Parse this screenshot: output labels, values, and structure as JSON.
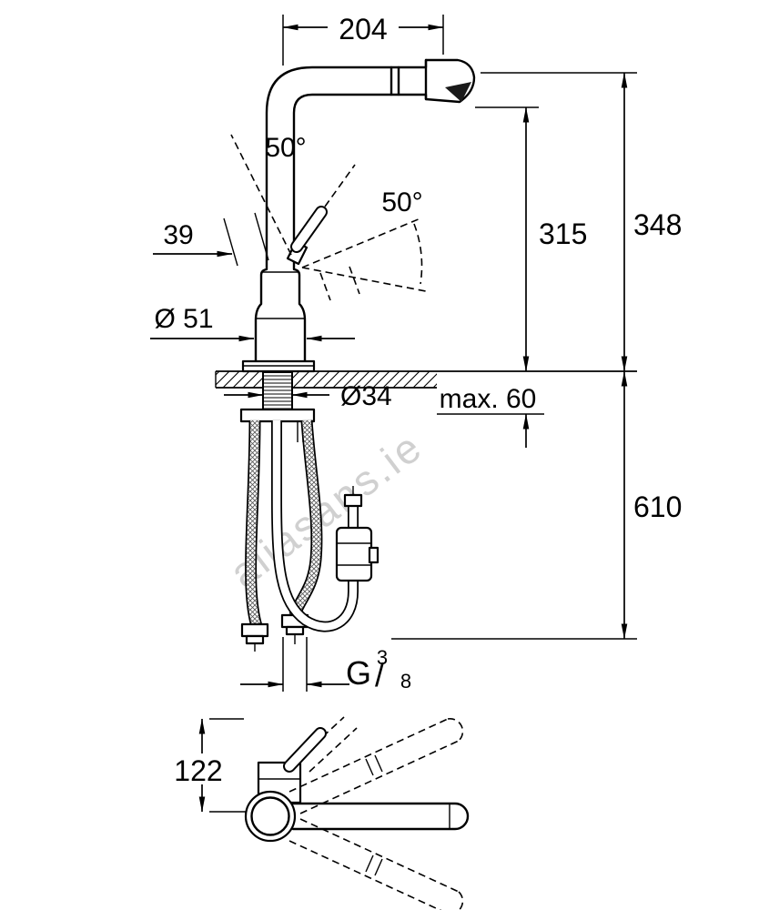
{
  "watermark": "aliasans.ie",
  "drawing": {
    "dim_spout_reach": "204",
    "dim_handle_angle": "50°",
    "dim_spray_angle": "50°",
    "dim_lever_width": "39",
    "dim_body_diameter": "Ø 51",
    "dim_spout_height": "315",
    "dim_total_height": "348",
    "dim_hole_diameter": "Ø34",
    "dim_max_thickness": "max. 60",
    "dim_under_height": "610",
    "thread": {
      "g": "G",
      "num": "3",
      "slash": "/",
      "den": "8"
    },
    "dim_base_depth": "122"
  }
}
